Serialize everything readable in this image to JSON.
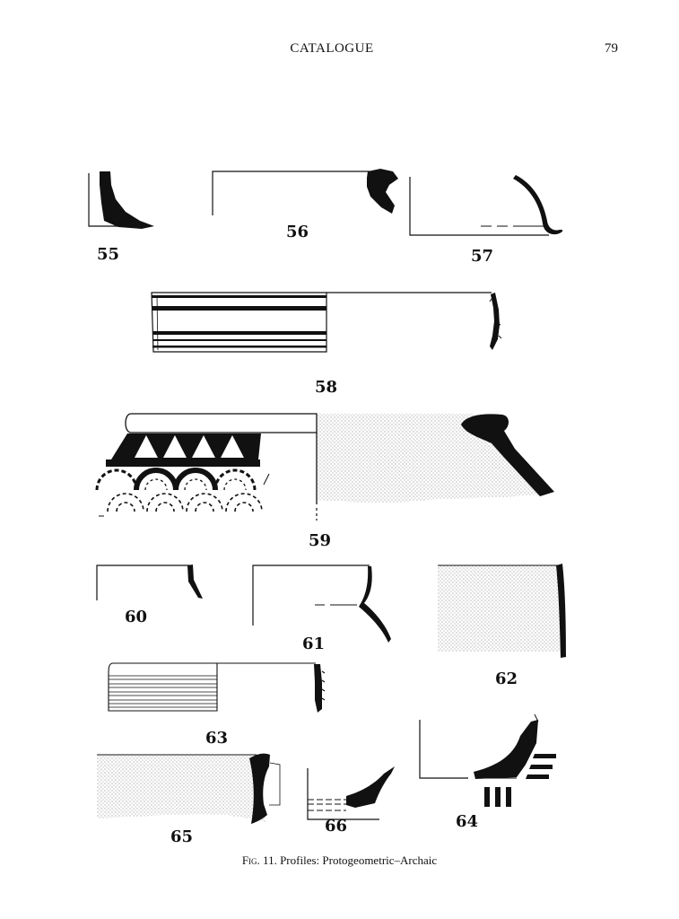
{
  "header": {
    "title": "CATALOGUE",
    "page_number": "79"
  },
  "profiles": [
    {
      "number": "55"
    },
    {
      "number": "56"
    },
    {
      "number": "57"
    },
    {
      "number": "58"
    },
    {
      "number": "59"
    },
    {
      "number": "60"
    },
    {
      "number": "61"
    },
    {
      "number": "62"
    },
    {
      "number": "63"
    },
    {
      "number": "64"
    },
    {
      "number": "65"
    },
    {
      "number": "66"
    }
  ],
  "caption": {
    "figure": "Fig. 11.",
    "text": "Profiles: Protogeometric–Archaic"
  }
}
